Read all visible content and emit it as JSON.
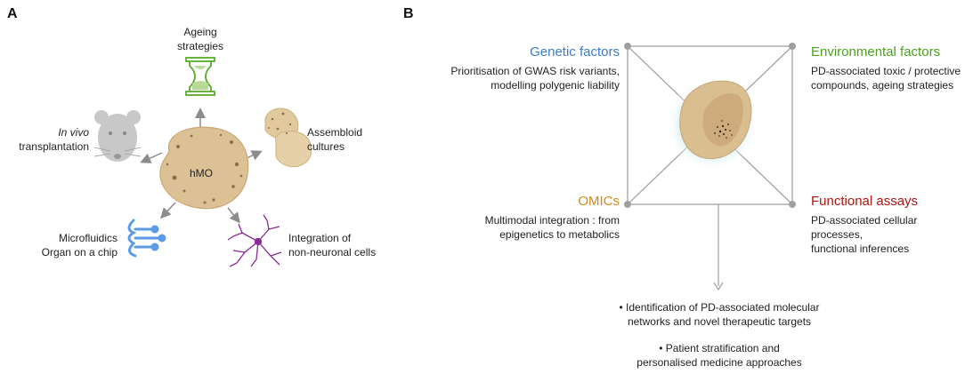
{
  "panel_a": {
    "letter": "A",
    "center_label": "hMO",
    "ageing": {
      "line1": "Ageing",
      "line2": "strategies"
    },
    "invivo": {
      "line1": "In vivo",
      "line2": "transplantation"
    },
    "assembloid": {
      "line1": "Assembloid",
      "line2": "cultures"
    },
    "microfluidics": {
      "line1": "Microfluidics",
      "line2": "Organ on a chip"
    },
    "integration": {
      "line1": "Integration of",
      "line2": "non-neuronal cells"
    },
    "icons": [
      "hourglass-icon",
      "mouse-icon",
      "assembloid-icon",
      "microfluidic-chip-icon",
      "neuron-cell-icon"
    ]
  },
  "panel_b": {
    "letter": "B",
    "genetic": {
      "title": "Genetic factors",
      "line1": "Prioritisation of GWAS risk variants,",
      "line2": "modelling polygenic liability",
      "color": "#3a7bd5"
    },
    "environmental": {
      "title": "Environmental factors",
      "line1": "PD-associated toxic / protective",
      "line2": "compounds, ageing strategies",
      "color": "#4aa31c"
    },
    "omics": {
      "title": "OMICs",
      "line1": "Multimodal integration : from",
      "line2": "epigenetics to metabolics",
      "color": "#d48a16"
    },
    "functional": {
      "title": "Functional assays",
      "line1": "PD-associated cellular processes,",
      "line2": "functional inferences",
      "color": "#b2140f"
    },
    "outcome1": {
      "line1": "• Identification of PD-associated molecular",
      "line2": "networks and novel therapeutic targets"
    },
    "outcome2": {
      "line1": "• Patient stratification and",
      "line2": "personalised medicine approaches"
    }
  }
}
